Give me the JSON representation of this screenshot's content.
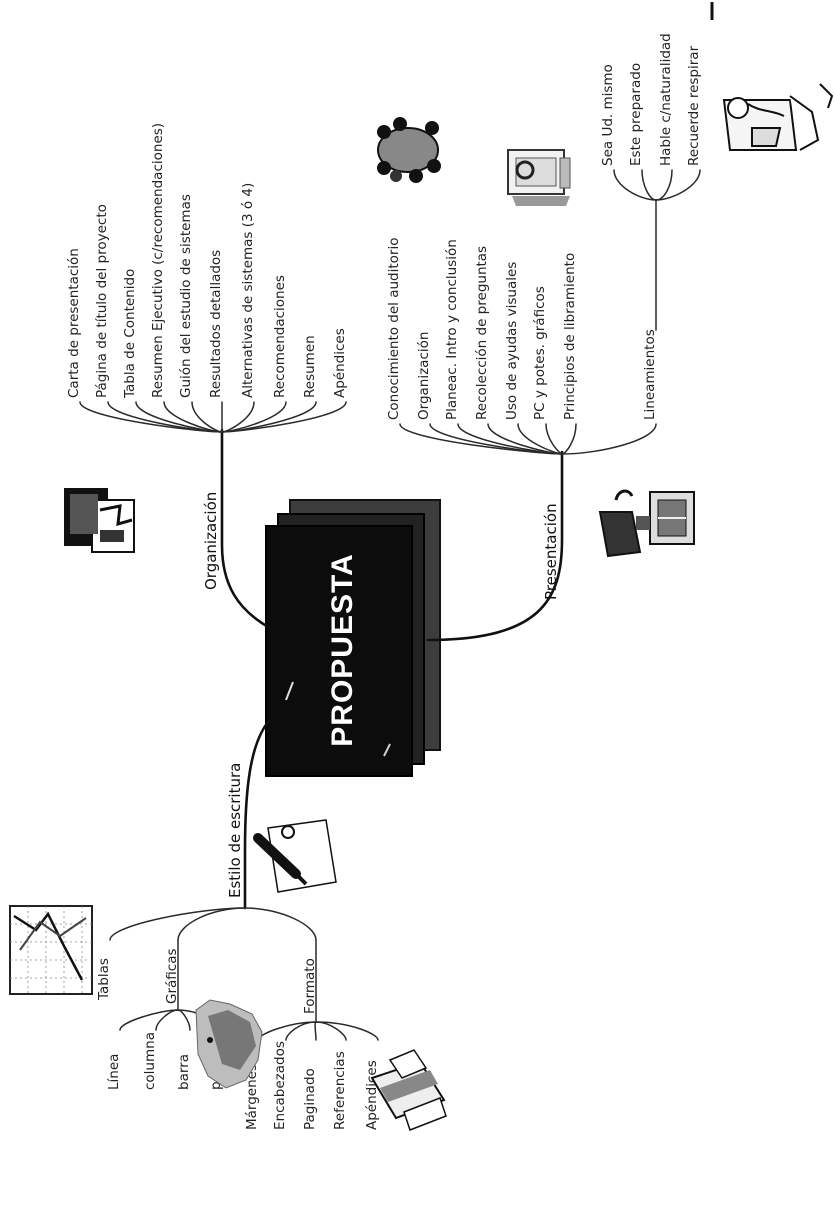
{
  "center": {
    "title": "PROPUESTA"
  },
  "organizacion": {
    "label": "Organización",
    "items": [
      "Carta de presentación",
      "Página de título del proyecto",
      "Tabla de Contenido",
      "Resumen Ejecutivo (c/recomendaciones)",
      "Guión del estudio de sistemas",
      "Resultados detallados",
      "Alternativas de sistemas (3 ó 4)",
      "Recomendaciones",
      "Resumen",
      "Apéndices"
    ]
  },
  "presentacion": {
    "label": "Presentación",
    "items": [
      "Conocimiento del auditorio",
      "Organización",
      "Planeac. Intro y conclusión",
      "Recolección de preguntas",
      "Uso de ayudas visuales",
      "PC y potes. gráficos",
      "Principios de libramiento",
      "Lineamientos"
    ],
    "lineamientos": [
      "Sea Ud. mismo",
      "Este preparado",
      "Hable c/naturalidad",
      "Recuerde respirar"
    ]
  },
  "estilo": {
    "label": "Estilo de escritura",
    "tablas": "Tablas",
    "graficas": {
      "label": "Gráficas",
      "items": [
        "Línea",
        "columna",
        "barra",
        "pastel"
      ]
    },
    "formato": {
      "label": "Formato",
      "items": [
        "Márgenes",
        "Encabezados",
        "Paginado",
        "Referencias",
        "Apéndices"
      ]
    }
  },
  "icons": [
    "documents-icon",
    "meeting-icon",
    "computer-icon",
    "speaker-icon",
    "projector-icon",
    "line-chart-icon",
    "pen-paper-icon",
    "pie-chart-icon",
    "printer-icon"
  ]
}
